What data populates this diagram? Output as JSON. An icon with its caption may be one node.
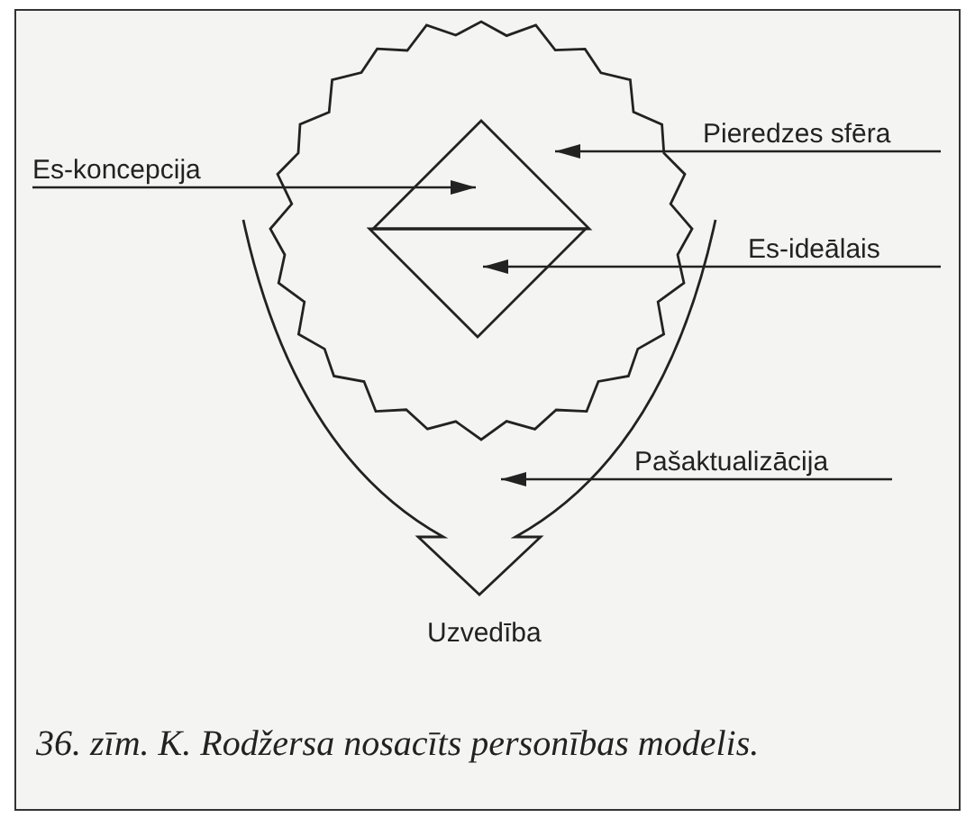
{
  "diagram": {
    "caption": "36. zīm. K. Rodžersa nosacīts personības modelis.",
    "nodes": [
      {
        "text": [],
        "shape": "circle"
      },
      {
        "text": [],
        "shape": "triangle",
        "in": 0
      },
      {
        "text": [],
        "shape": "triangle"
      },
      {
        "text": [
          "Pieredzes sfēra"
        ]
      },
      {
        "text": [
          "Es-koncepcija"
        ]
      },
      {
        "text": [
          "Es-ideālais"
        ]
      },
      {
        "text": [],
        "shape": "funnel"
      },
      {
        "text": [
          "Pašaktualizācija"
        ]
      }
    ],
    "edges": [
      {
        "from": 3,
        "to": 0,
        "arrow": "to"
      },
      {
        "from": 4,
        "to": 1,
        "arrow": "to"
      },
      {
        "from": 5,
        "to": 2,
        "arrow": "to"
      },
      {
        "from": 7,
        "to": 6,
        "arrow": "to"
      }
    ],
    "labels": [
      "Uzvedība"
    ]
  }
}
